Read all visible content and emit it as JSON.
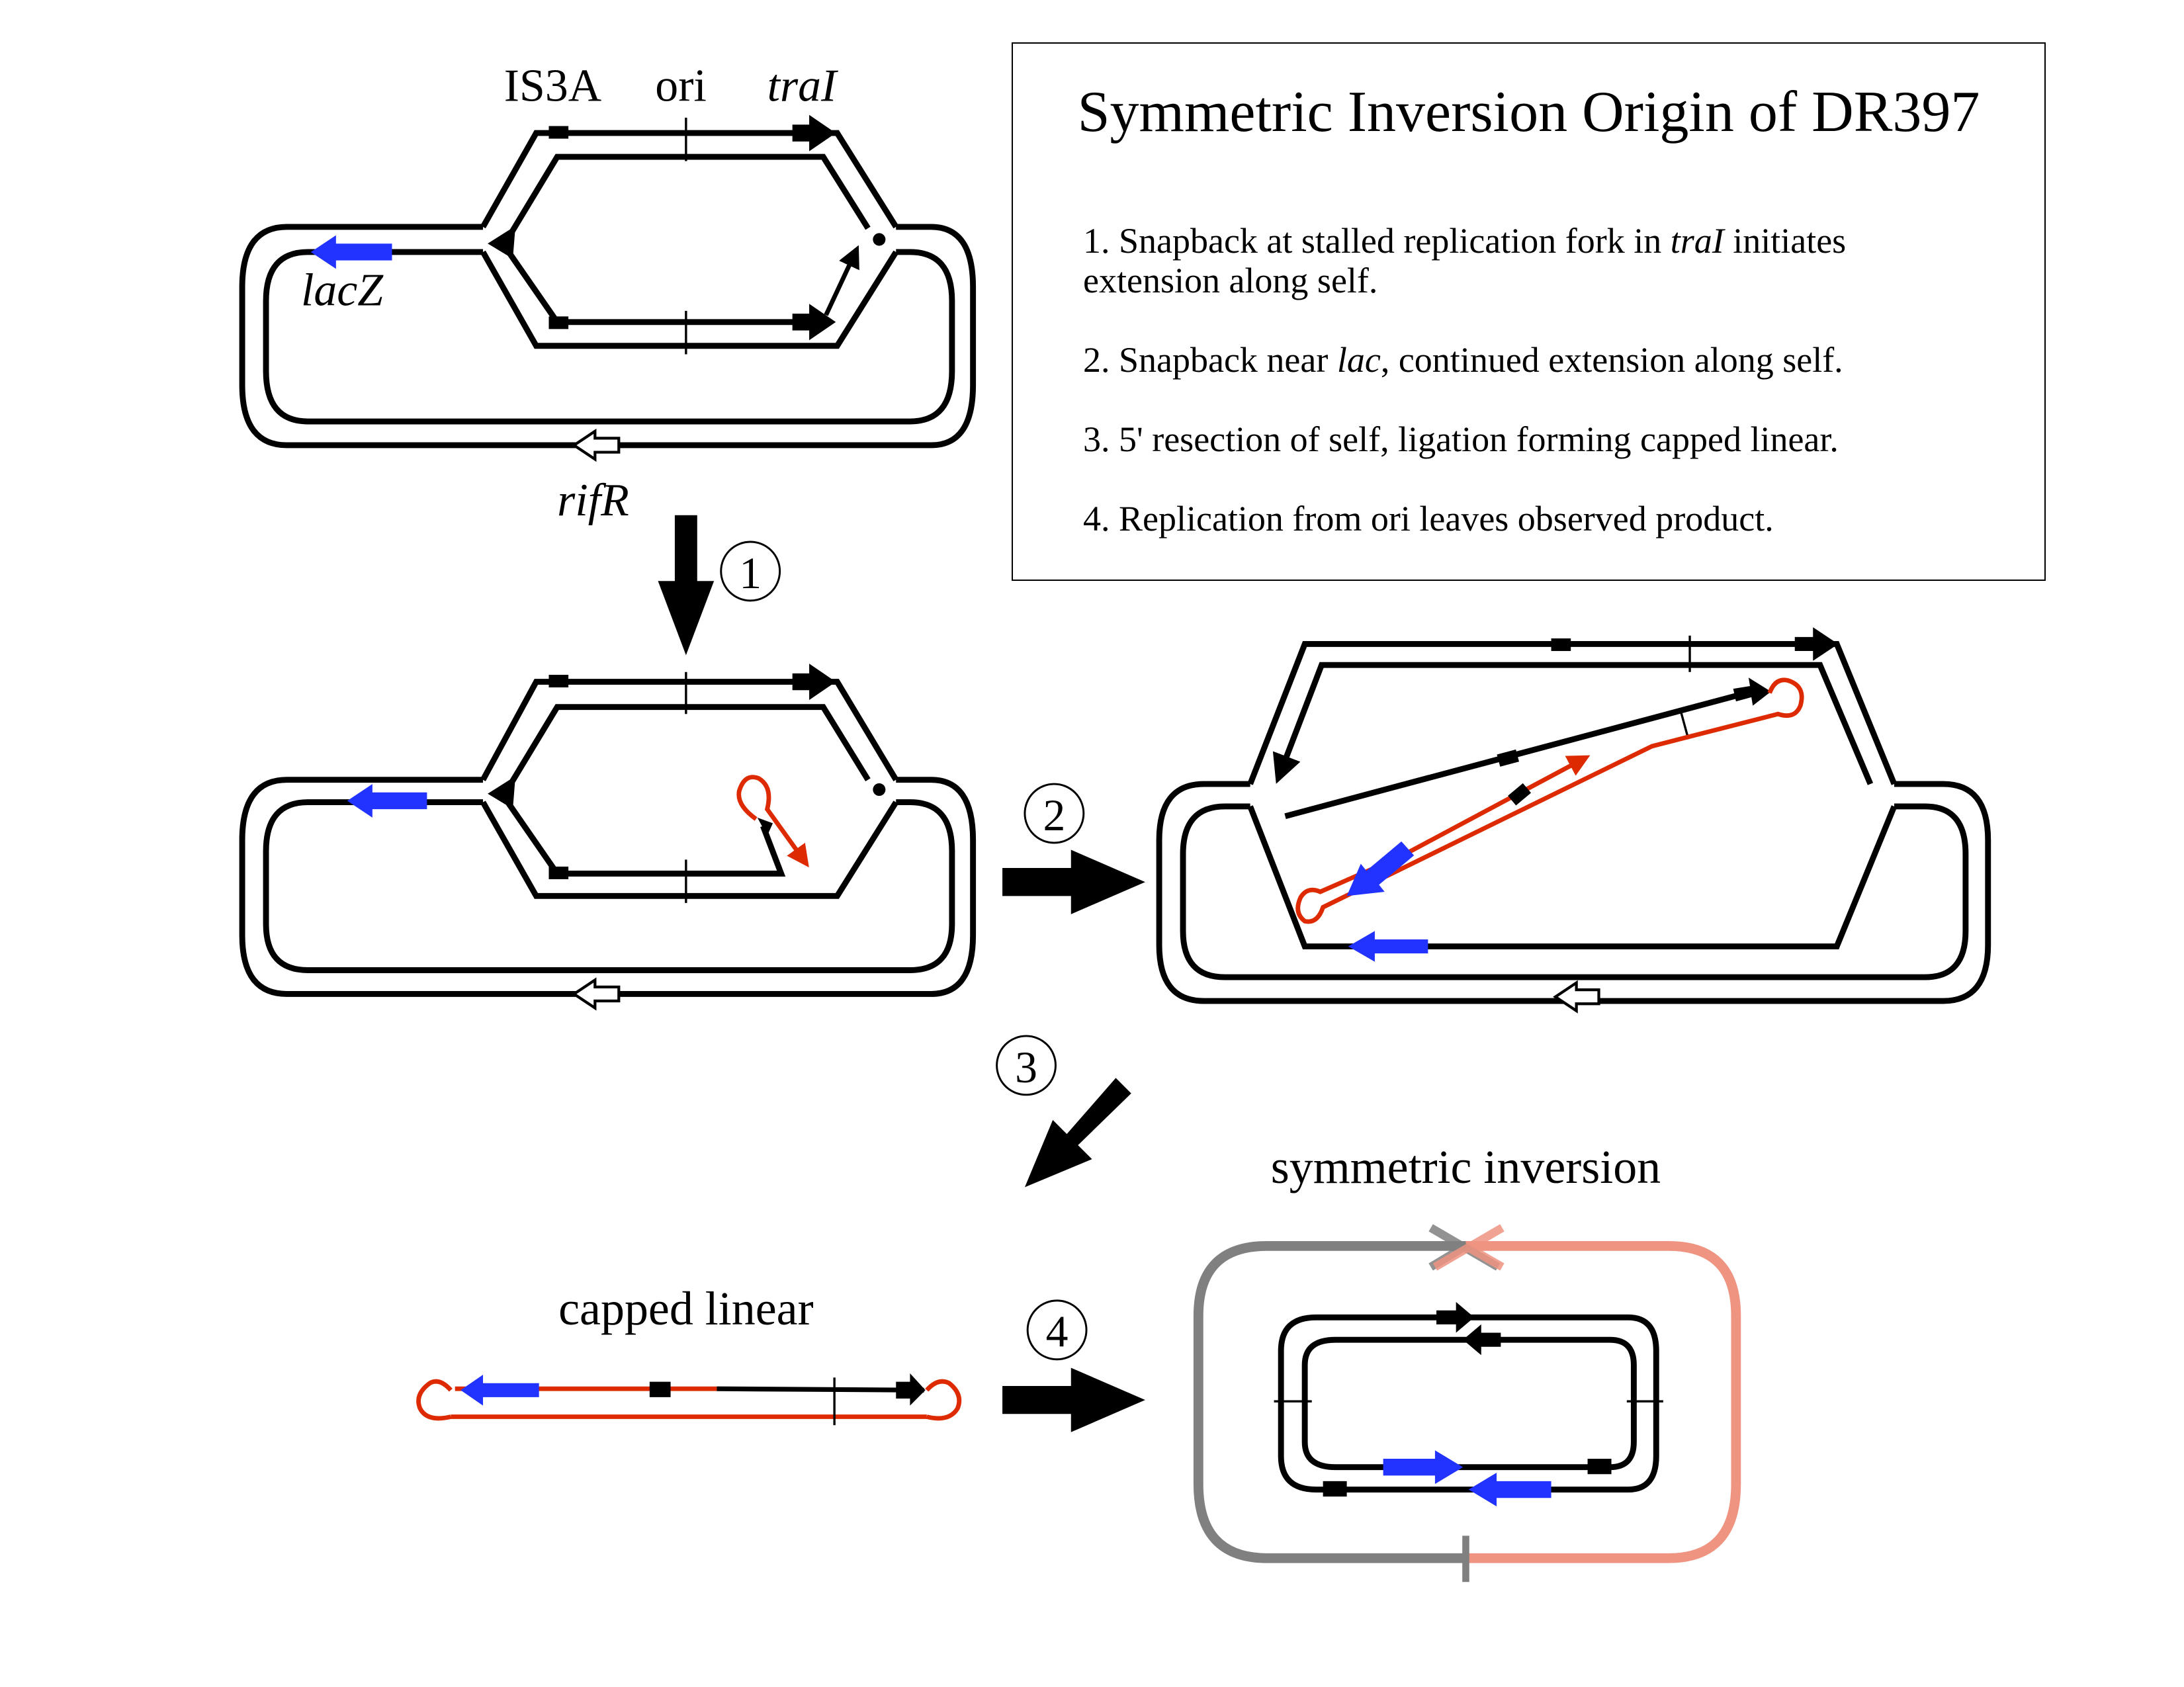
{
  "legend_box": {
    "title": "Symmetric Inversion Origin of DR397",
    "steps": [
      {
        "num": "1.",
        "pre": "Snapback at stalled replication fork in ",
        "italic": "traI",
        "post": " initiates",
        "line2": "extension along self."
      },
      {
        "num": "2.",
        "pre": "Snapback near ",
        "italic": "lac",
        "post": ", continued extension along self.",
        "line2": ""
      },
      {
        "num": "3.",
        "pre": "5' resection of self, ligation forming capped linear.",
        "italic": "",
        "post": "",
        "line2": ""
      },
      {
        "num": "4.",
        "pre": "Replication from ori leaves observed product.",
        "italic": "",
        "post": "",
        "line2": ""
      }
    ]
  },
  "initial_plasmid": {
    "labels": {
      "is3a": "IS3A",
      "ori": "ori",
      "trai": "traI",
      "lacz": "lacZ",
      "rifr": "rifR"
    }
  },
  "step_markers": {
    "s1": "1",
    "s2": "2",
    "s3": "3",
    "s4": "4"
  },
  "products": {
    "capped_linear": "capped linear",
    "symmetric_inversion": "symmetric inversion"
  },
  "colors": {
    "black": "#000000",
    "red_strand": "#dd2a00",
    "blue_lacz": "#2233ff",
    "grey_half": "#808080",
    "salmon_half": "#ee9480"
  }
}
